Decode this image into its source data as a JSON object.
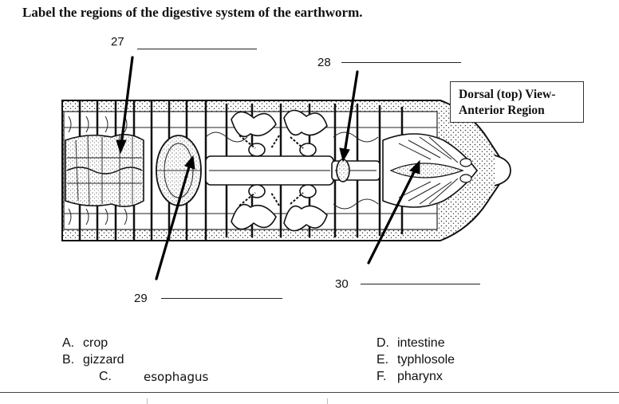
{
  "title": "Label the regions of the digestive system of the earthworm.",
  "labels": {
    "n27": "27",
    "n28": "28",
    "n29": "29",
    "n30": "30"
  },
  "view_box": {
    "line1": "Dorsal (top) View-",
    "line2": "Anterior Region"
  },
  "options": {
    "a": {
      "letter": "A.",
      "text": "crop"
    },
    "b": {
      "letter": "B.",
      "text": "gizzard"
    },
    "c": {
      "letter": "C.",
      "text": "esophagus"
    },
    "d": {
      "letter": "D.",
      "text": "intestine"
    },
    "e": {
      "letter": "E.",
      "text": "typhlosole"
    },
    "f": {
      "letter": "F.",
      "text": "pharynx"
    }
  }
}
